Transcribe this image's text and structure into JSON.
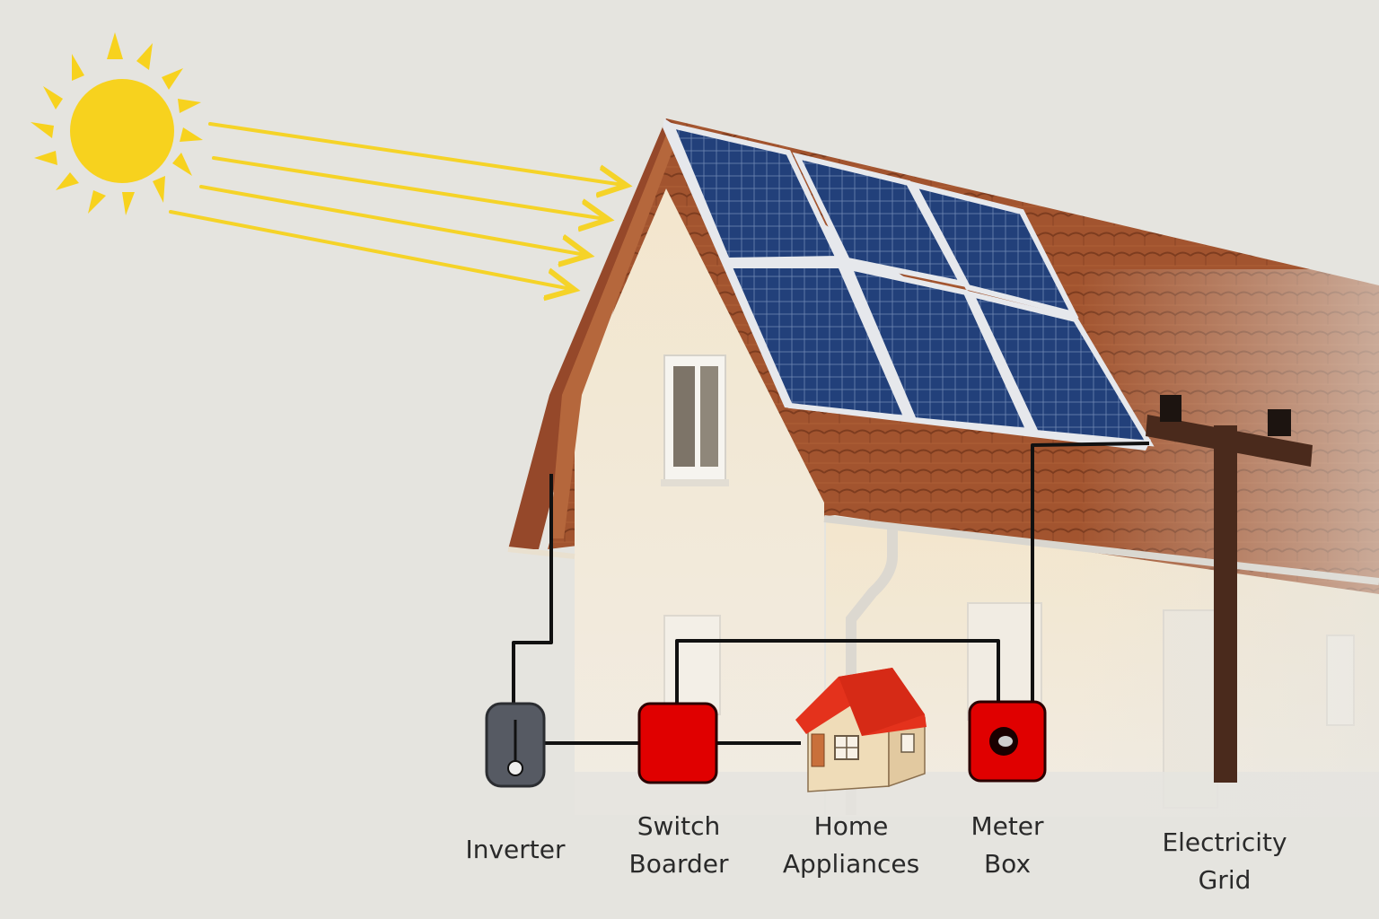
{
  "labels": {
    "inverter": "Inverter",
    "switch_board": [
      "Switch",
      "Boarder"
    ],
    "home_appliances": [
      "Home",
      "Appliances"
    ],
    "meter_box": [
      "Meter",
      "Box"
    ],
    "electricity_grid": [
      "Electricity",
      "Grid"
    ]
  },
  "colors": {
    "background": "#e5e4df",
    "sun": "#f7d21e",
    "sun_rays": "#f5d328",
    "panel": "#1e3766",
    "panel_frame": "#e6e8ec",
    "roof_tiles": "#a2542f",
    "wall": "#f4ead4",
    "wire": "#111111",
    "device_red": "#e00000",
    "inverter_body": "#565a63",
    "pole": "#4a2a1c"
  },
  "icons": [
    "sun-icon",
    "solar-panel-icon",
    "inverter-icon",
    "switch-board-icon",
    "home-appliances-icon",
    "meter-box-icon",
    "utility-pole-icon"
  ]
}
